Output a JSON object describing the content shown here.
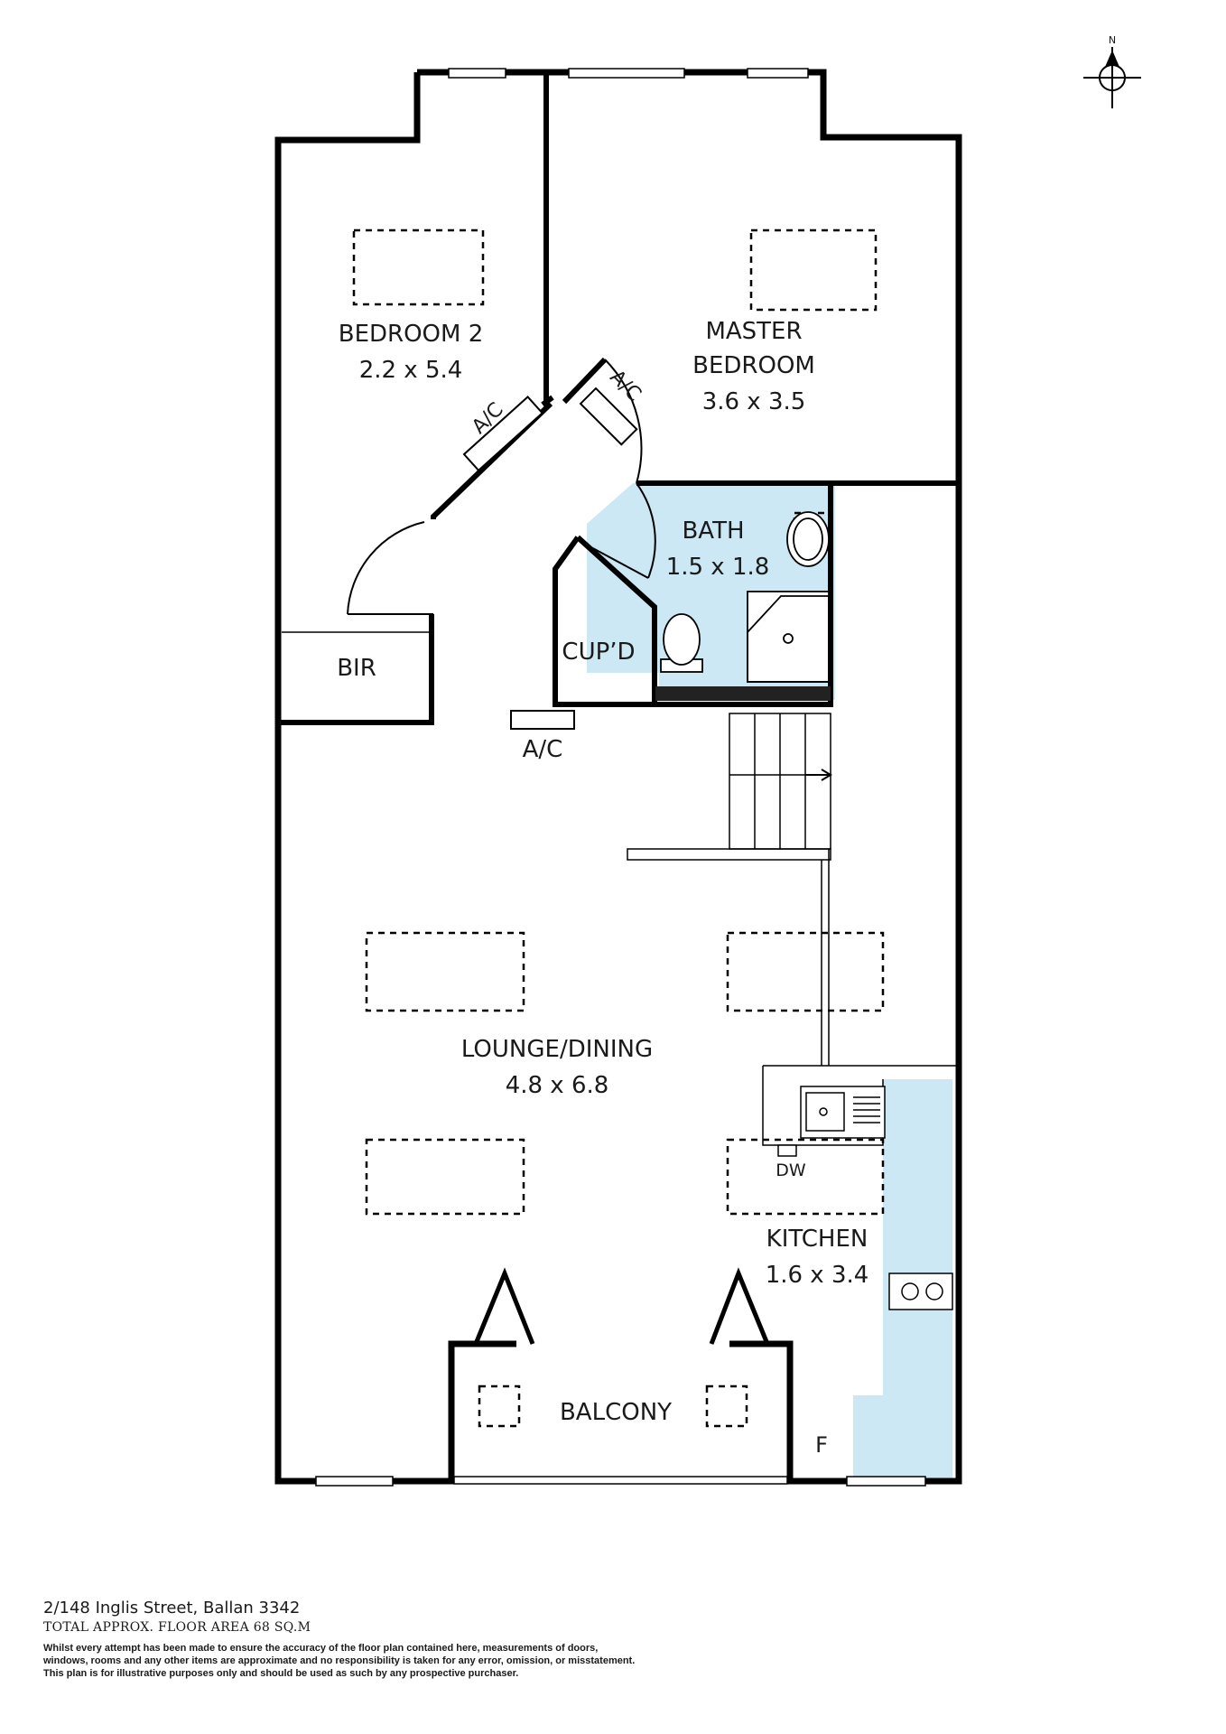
{
  "rooms": {
    "bedroom2": {
      "name": "BEDROOM 2",
      "size": "2.2 x 5.4"
    },
    "master": {
      "name_line1": "MASTER",
      "name_line2": "BEDROOM",
      "size": "3.6 x 3.5"
    },
    "bath": {
      "name": "BATH",
      "size": "1.5 x 1.8"
    },
    "lounge": {
      "name": "LOUNGE/DINING",
      "size": "4.8 x 6.8"
    },
    "kitchen": {
      "name": "KITCHEN",
      "size": "1.6 x 3.4"
    },
    "bir": "BIR",
    "cupd": "CUP’D",
    "balcony": "BALCONY"
  },
  "fixtures": {
    "ac": "A/C",
    "dishwasher": "DW",
    "fridge": "F"
  },
  "compass": {
    "label": "N"
  },
  "colors": {
    "wet_area": "#cce8f4",
    "wall": "#000000"
  },
  "footer": {
    "address": "2/148 Inglis Street, Ballan 3342",
    "area": "TOTAL APPROX. FLOOR AREA 68 SQ.M",
    "disclaimer": [
      "Whilst every attempt has been made to ensure the accuracy of the floor plan contained here, measurements of doors,",
      "windows, rooms and any other items are approximate and no responsibility is taken for any error, omission, or misstatement.",
      "This plan is for illustrative purposes only and should be used as such by any prospective purchaser."
    ]
  }
}
